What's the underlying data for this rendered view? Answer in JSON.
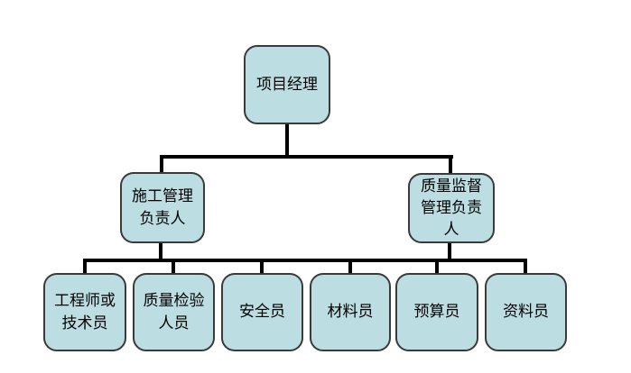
{
  "diagram": {
    "type": "org-chart",
    "colors": {
      "background": "#ffffff",
      "node_fill": "#bcdee2",
      "node_border": "#3a3a3a",
      "connector": "#000000",
      "text": "#000000"
    },
    "nodes": {
      "project_manager": {
        "label": "项目经理"
      },
      "construction_manager": {
        "label": "施工管理\n负责人"
      },
      "quality_supervision_manager": {
        "label": "质量监督\n管理负责\n人"
      },
      "engineer_or_technician": {
        "label": "工程师或\n技术员"
      },
      "quality_inspector": {
        "label": "质量检验\n人员"
      },
      "safety_officer": {
        "label": "安全员"
      },
      "material_officer": {
        "label": "材料员"
      },
      "budget_officer": {
        "label": "预算员"
      },
      "document_officer": {
        "label": "资料员"
      }
    },
    "hierarchy": {
      "level1": [
        "项目经理"
      ],
      "level2": [
        "施工管理负责人",
        "质量监督管理负责人"
      ],
      "level3": [
        "工程师或技术员",
        "质量检验人员",
        "安全员",
        "材料员",
        "预算员",
        "资料员"
      ]
    }
  }
}
